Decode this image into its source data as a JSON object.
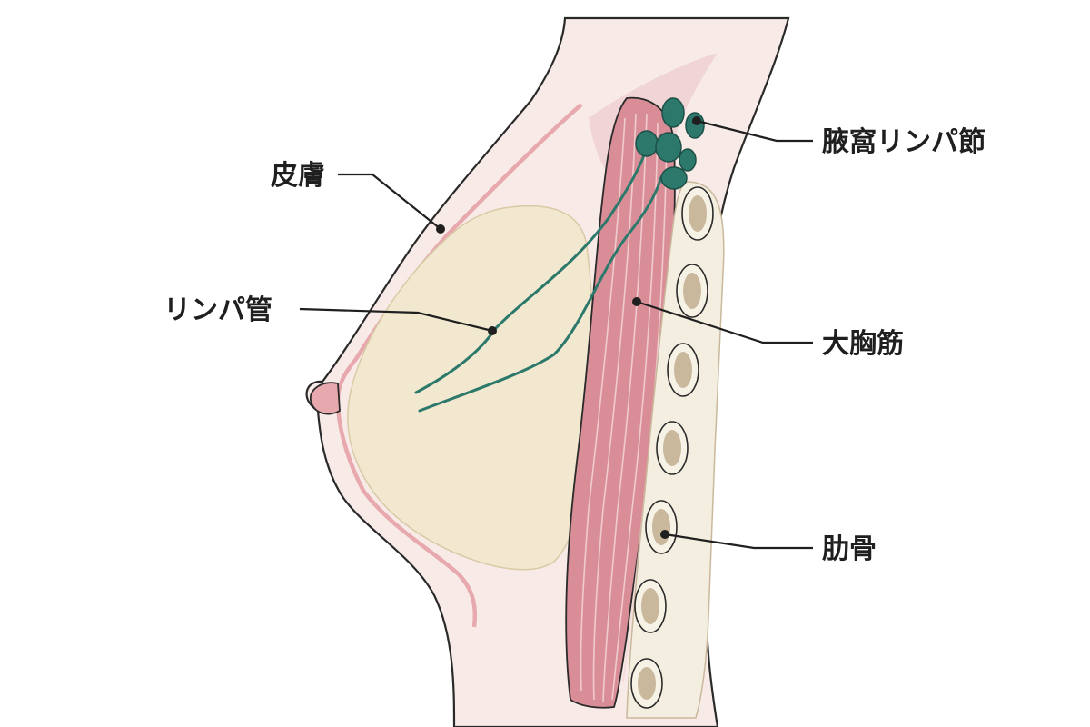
{
  "colors": {
    "background": "#ffffff",
    "tissue": "#f8ebe7",
    "outline": "#2a2a2a",
    "skin": "#e7a8ae",
    "fat": "#f1e8cf",
    "muscle": "#d98e97",
    "muscle_light": "#efd2d4",
    "rib_band": "#f4eee0",
    "rib_wall": "#f7f2e6",
    "rib_core": "#c9b89c",
    "lymph": "#2c786b",
    "label_text": "#1f1f1f"
  },
  "labels": {
    "skin": "皮膚",
    "lymph_vessel": "リンパ管",
    "axillary_nodes": "腋窩リンパ節",
    "pectoralis_major": "大胸筋",
    "rib": "肋骨"
  }
}
